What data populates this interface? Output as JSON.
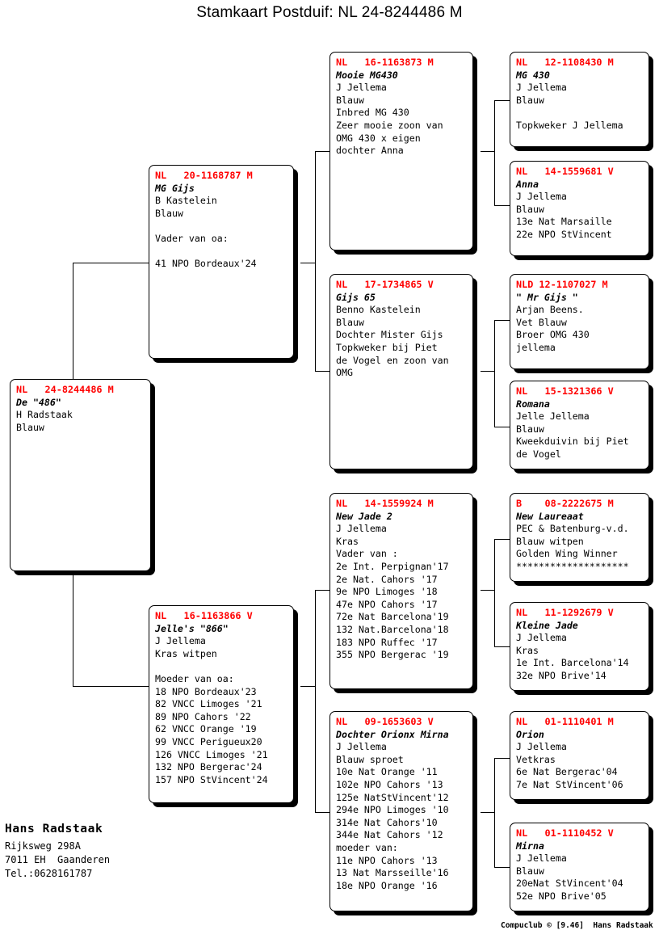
{
  "page": {
    "title": "Stamkaart Postduif: NL  24-8244486 M",
    "credit": "Compuclub © [9.46]  Hans Radstaak"
  },
  "owner": {
    "name": "Hans Radstaak",
    "address_line1": "Rijksweg 298A",
    "address_line2": "7011 EH  Gaanderen",
    "phone": "Tel.:0628161787"
  },
  "pedigree": {
    "subject": {
      "ring": "NL   24-8244486 M",
      "nickname": "De \"486\"",
      "lines": [
        "H Radstaak",
        "Blauw"
      ]
    },
    "father": {
      "ring": "NL   20-1168787 M",
      "nickname": "MG Gijs",
      "lines": [
        "B Kastelein",
        "Blauw",
        "",
        "Vader van oa:",
        "",
        "41 NPO Bordeaux'24"
      ]
    },
    "mother": {
      "ring": "NL   16-1163866 V",
      "nickname": "Jelle's \"866\"",
      "lines": [
        "J Jellema",
        "Kras witpen",
        "",
        "Moeder van oa:",
        "18 NPO Bordeaux'23",
        "82 VNCC Limoges '21",
        "89 NPO Cahors '22",
        "62 VNCC Orange '19",
        "99 VNCC Perigueux20",
        "126 VNCC Limoges '21",
        "132 NPO Bergerac'24",
        "157 NPO StVincent'24"
      ]
    },
    "ff": {
      "ring": "NL   16-1163873 M",
      "nickname": "Mooie MG430",
      "lines": [
        "J Jellema",
        "Blauw",
        "Inbred MG 430",
        "Zeer mooie zoon van",
        "OMG 430 x eigen",
        "dochter Anna"
      ]
    },
    "fm": {
      "ring": "NL   17-1734865 V",
      "nickname": "Gijs 65",
      "lines": [
        "Benno Kastelein",
        "Blauw",
        "Dochter Mister Gijs",
        "Topkweker bij Piet",
        "de Vogel en zoon van",
        "OMG"
      ]
    },
    "mf": {
      "ring": "NL   14-1559924 M",
      "nickname": "New Jade 2",
      "lines": [
        "J Jellema",
        "Kras",
        "Vader van :",
        "2e Int. Perpignan'17",
        "2e Nat. Cahors '17",
        "9e NPO Limoges '18",
        "47e NPO Cahors '17",
        "72e Nat Barcelona'19",
        "132 Nat.Barcelona'18",
        "183 NPO Ruffec '17",
        "355 NPO Bergerac '19"
      ]
    },
    "mm": {
      "ring": "NL   09-1653603 V",
      "nickname": "Dochter Orionx Mirna",
      "lines": [
        "J Jellema",
        "Blauw sproet",
        "10e Nat Orange '11",
        "102e NPO Cahors '13",
        "125e NatStVincent'12",
        "294e NPO Limoges '10",
        "314e Nat Cahors'10",
        "344e Nat Cahors '12",
        "moeder van:",
        "11e NPO Cahors '13",
        "13 Nat Marsseille'16",
        "18e NPO Orange '16"
      ]
    },
    "fff": {
      "ring": "NL   12-1108430 M",
      "nickname": "MG 430",
      "lines": [
        "J Jellema",
        "Blauw",
        "",
        "Topkweker J Jellema"
      ]
    },
    "ffm": {
      "ring": "NL   14-1559681 V",
      "nickname": "Anna",
      "lines": [
        "J Jellema",
        "Blauw",
        "13e Nat Marsaille",
        "22e NPO StVincent"
      ]
    },
    "fmf": {
      "ring": "NLD 12-1107027 M",
      "nickname": "\" Mr Gijs \"",
      "lines": [
        "Arjan Beens.",
        "Vet Blauw",
        "Broer OMG 430",
        "jellema"
      ]
    },
    "fmm": {
      "ring": "NL   15-1321366 V",
      "nickname": "Romana",
      "lines": [
        "Jelle Jellema",
        "Blauw",
        "Kweekduivin bij Piet",
        "de Vogel"
      ]
    },
    "mff": {
      "ring": "B    08-2222675 M",
      "nickname": "New Laureaat",
      "lines": [
        "PEC & Batenburg-v.d.",
        "Blauw witpen",
        "Golden Wing Winner",
        "********************"
      ]
    },
    "mfm": {
      "ring": "NL   11-1292679 V",
      "nickname": "Kleine Jade",
      "lines": [
        "J Jellema",
        "Kras",
        "1e Int. Barcelona'14",
        "32e NPO Brive'14"
      ]
    },
    "mmf": {
      "ring": "NL   01-1110401 M",
      "nickname": "Orion",
      "lines": [
        "J Jellema",
        "Vetkras",
        "6e Nat Bergerac'04",
        "7e Nat StVincent'06"
      ]
    },
    "mmm": {
      "ring": "NL   01-1110452 V",
      "nickname": "Mirna",
      "lines": [
        "J Jellema",
        "Blauw",
        "20eNat StVincent'04",
        "52e NPO Brive'05"
      ]
    }
  }
}
